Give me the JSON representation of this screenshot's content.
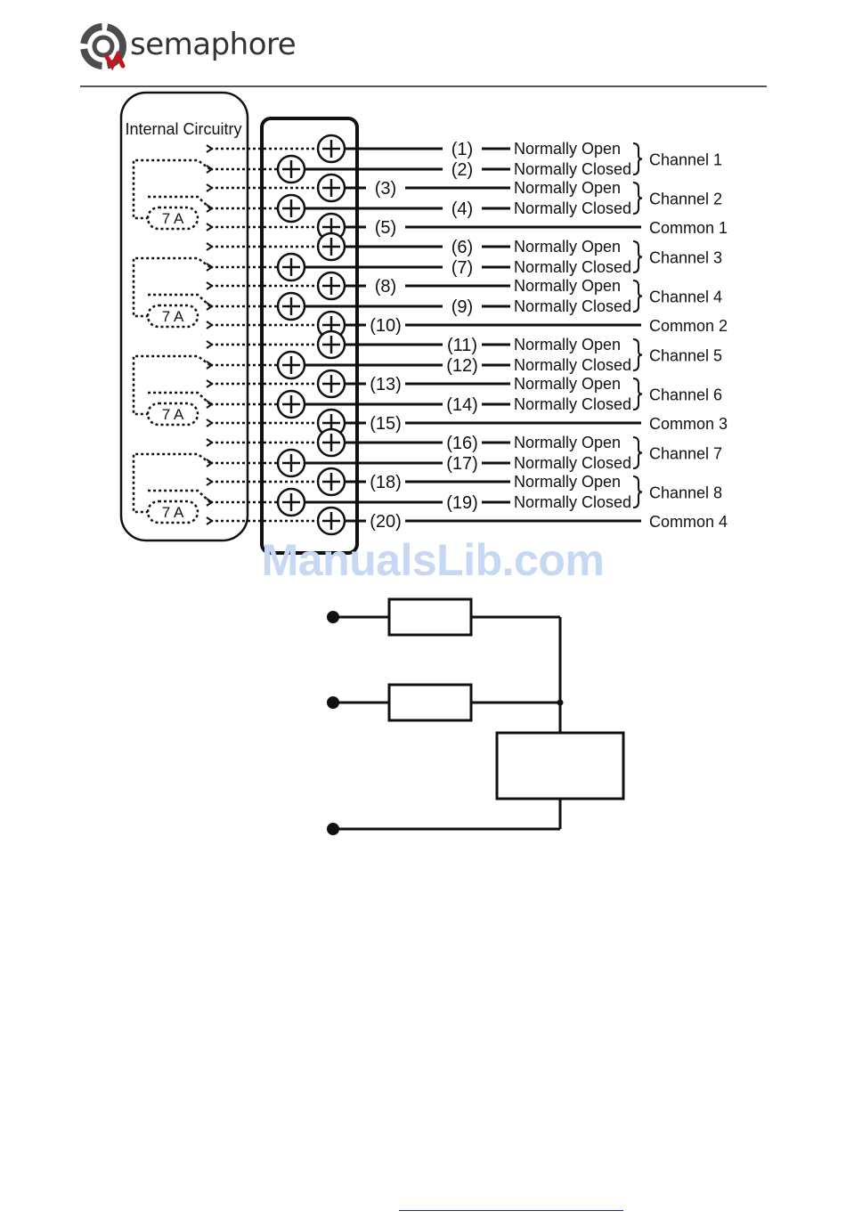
{
  "brand": {
    "name": "semaphore"
  },
  "watermark": "ManualsLib.com",
  "diagram": {
    "internal_label": "Internal Circuitry",
    "fuse_label": "7 A",
    "terminals": [
      "(1)",
      "(2)",
      "(3)",
      "(4)",
      "(5)",
      "(6)",
      "(7)",
      "(8)",
      "(9)",
      "(10)",
      "(11)",
      "(12)",
      "(13)",
      "(14)",
      "(15)",
      "(16)",
      "(17)",
      "(18)",
      "(19)",
      "(20)"
    ],
    "contacts": [
      "Normally Open",
      "Normally Closed",
      "Normally Open",
      "Normally Closed",
      "Normally Open",
      "Normally Closed",
      "Normally Open",
      "Normally Closed",
      "Normally Open",
      "Normally Closed",
      "Normally Open",
      "Normally Closed",
      "Normally Open",
      "Normally Closed",
      "Normally Open",
      "Normally Closed"
    ],
    "channels": [
      "Channel 1",
      "Channel 2",
      "Channel 3",
      "Channel 4",
      "Channel 5",
      "Channel 6",
      "Channel 7",
      "Channel 8"
    ],
    "commons": [
      "Common 1",
      "Common 2",
      "Common 3",
      "Common 4"
    ]
  },
  "colors": {
    "line": "#111111",
    "watermark": "#c6d8f3",
    "logo_red": "#c4161c",
    "logo_gray": "#4d4d4d"
  }
}
